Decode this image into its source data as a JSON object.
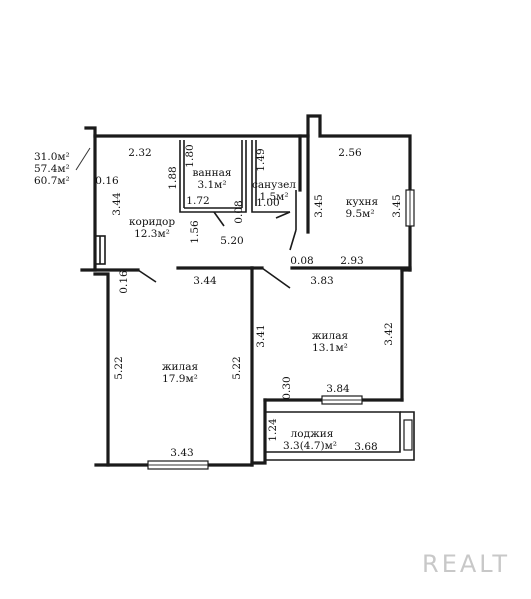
{
  "summary": {
    "living_area": "31.0м²",
    "total_area": "57.4м²",
    "total_with_loggia": "60.7м²"
  },
  "rooms": {
    "bathroom": {
      "name": "ванная",
      "area": "3.1м²"
    },
    "toilet": {
      "name": "санузел",
      "area": "1.5м²"
    },
    "kitchen": {
      "name": "кухня",
      "area": "9.5м²"
    },
    "corridor": {
      "name": "коридор",
      "area": "12.3м²"
    },
    "living1": {
      "name": "жилая",
      "area": "17.9м²"
    },
    "living2": {
      "name": "жилая",
      "area": "13.1м²"
    },
    "loggia": {
      "name": "лоджия",
      "area": "3.3(4.7)м²"
    }
  },
  "dimensions": {
    "top_left": "2.32",
    "bath_h": "1.80",
    "toilet_h": "1.49",
    "kitchen_top": "2.56",
    "wall_016_top": "0.16",
    "corridor_h": "3.44",
    "bath_left_h": "1.88",
    "bath_w": "1.72",
    "toilet_w": "1.00",
    "gap_008": "0.08",
    "kitchen_left_h": "3.45",
    "kitchen_right_h": "3.45",
    "corridor_inner_h": "1.56",
    "corridor_w": "5.20",
    "kitchen_gap": "0.08",
    "kitchen_bottom": "2.93",
    "wall_016_left": "0.16",
    "living1_top": "3.44",
    "living2_top": "3.83",
    "living2_left": "3.41",
    "living2_right": "3.42",
    "living1_left": "5.22",
    "living1_right": "5.22",
    "wall_030": "0.30",
    "living2_bottom": "3.84",
    "loggia_h": "1.24",
    "loggia_w": "3.68",
    "living1_bottom": "3.43"
  },
  "watermark": "REALT"
}
